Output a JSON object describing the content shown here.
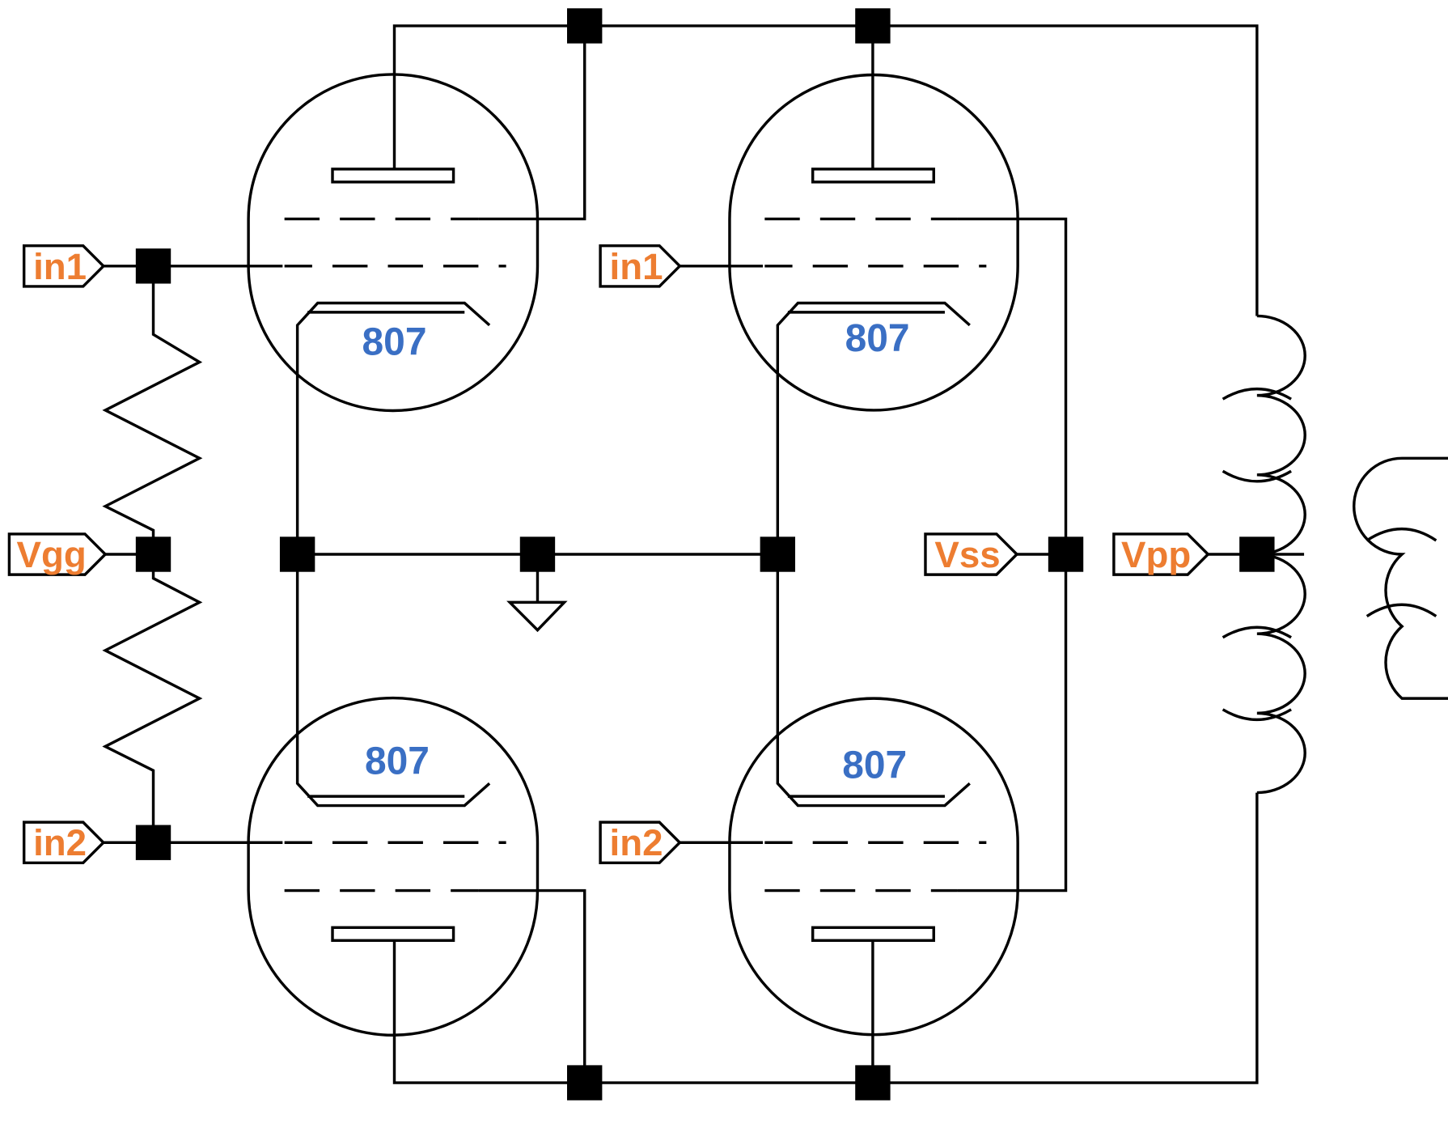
{
  "ports": {
    "in1_left": "in1",
    "in1_right": "in1",
    "in2_left": "in2",
    "in2_right": "in2",
    "vgg": "Vgg",
    "vss": "Vss",
    "vpp": "Vpp"
  },
  "tubes": {
    "top_left": "807",
    "top_right": "807",
    "bottom_left": "807",
    "bottom_right": "807"
  },
  "colors": {
    "port_label": "#ed7d31",
    "tube_label": "#3a6fc4",
    "wire": "#000000"
  }
}
